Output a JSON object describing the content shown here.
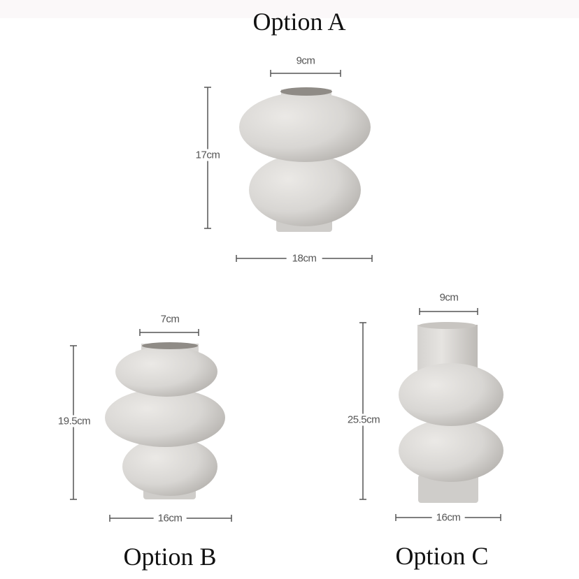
{
  "options": [
    {
      "title": "Option A",
      "width_top": "9cm",
      "height": "17cm",
      "width_bottom": "18cm"
    },
    {
      "title": "Option B",
      "width_top": "7cm",
      "height": "19.5cm",
      "width_bottom": "16cm"
    },
    {
      "title": "Option C",
      "width_top": "9cm",
      "height": "25.5cm",
      "width_bottom": "16cm"
    }
  ],
  "colors": {
    "vase": "#dcdad7",
    "vase_shadow": "#b9b6b2",
    "line": "#555555"
  }
}
